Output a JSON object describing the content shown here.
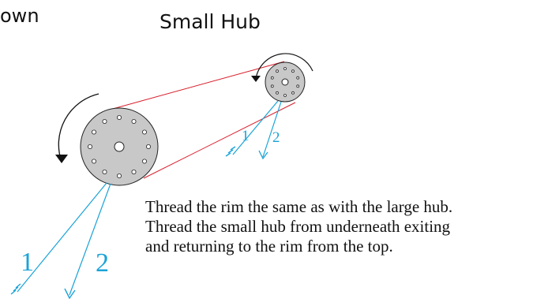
{
  "heading_left": "own",
  "heading_right": "Small Hub",
  "caption_lines": [
    "Thread the rim the same as with the large hub.",
    "Thread the small hub from underneath exiting",
    "and returning to the rim from the top."
  ],
  "large_hub": {
    "spoke_labels": [
      "1",
      "2"
    ]
  },
  "small_hub": {
    "spoke_labels": [
      "1",
      "2"
    ]
  },
  "colors": {
    "hub_fill": "#c8c8c8",
    "hub_stroke": "#222222",
    "spoke_line": "#1aa3d8",
    "tangent_line": "#d81e2a",
    "arrow": "#111111"
  }
}
